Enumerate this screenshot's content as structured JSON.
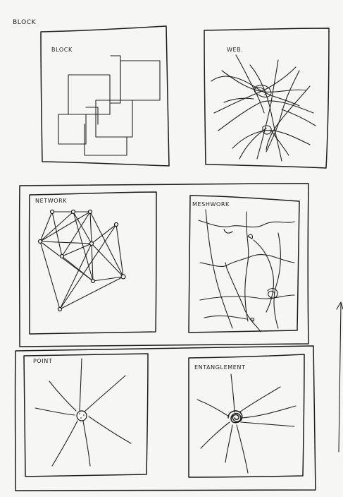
{
  "page_label": "BLOCK",
  "panels": {
    "block": {
      "label": "BLOCK"
    },
    "web": {
      "label": "WEB."
    },
    "network": {
      "label": "NETWORK"
    },
    "meshwork": {
      "label": "MESHWORK"
    },
    "point": {
      "label": "POINT"
    },
    "entanglement": {
      "label": "ENTANGLEMENT"
    }
  },
  "colors": {
    "ink": "#1c1c1c",
    "paper": "#f6f6f4"
  }
}
